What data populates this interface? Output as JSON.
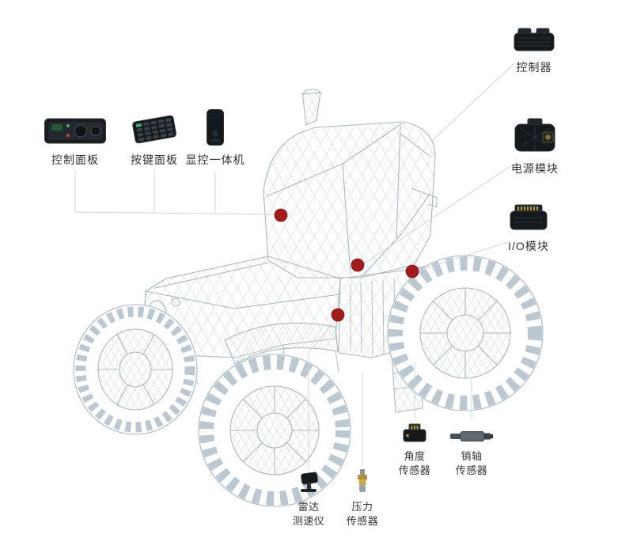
{
  "diagram": {
    "subject": "tractor-component-diagram",
    "accent_color": "#a21c1c",
    "leader_line_color": "#ccd5db",
    "wireframe_color": "#a8b7c1",
    "components": {
      "control_panel": {
        "label": "控制面板",
        "icon": "control-panel-icon"
      },
      "keypad_panel": {
        "label": "按键面板",
        "icon": "keypad-panel-icon"
      },
      "display_unit": {
        "label": "显控一体机",
        "icon": "display-unit-icon"
      },
      "controller": {
        "label": "控制器",
        "icon": "controller-module-icon"
      },
      "power_module": {
        "label": "电源模块",
        "icon": "power-module-icon"
      },
      "io_module": {
        "label": "I/O模块",
        "icon": "io-module-icon"
      },
      "angle_sensor": {
        "label": "角度\n传感器",
        "icon": "angle-sensor-icon"
      },
      "pin_sensor": {
        "label": "销轴\n传感器",
        "icon": "pin-shaft-sensor-icon"
      },
      "radar_speedometer": {
        "label": "雷达\n测速仪",
        "icon": "radar-speedometer-icon"
      },
      "pressure_sensor": {
        "label": "压力\n传感器",
        "icon": "pressure-sensor-icon"
      }
    }
  }
}
